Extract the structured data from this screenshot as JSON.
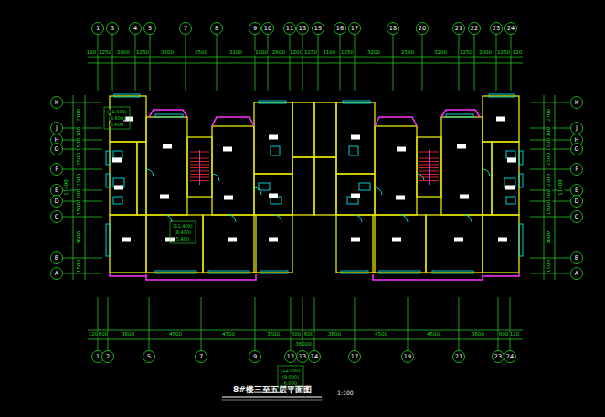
{
  "diagram": {
    "title": "8#楼三至五层平面图",
    "labels": [
      "1",
      "3",
      "4",
      "5",
      "7",
      "8",
      "9",
      "10",
      "11",
      "13",
      "15",
      "16",
      "17",
      "18",
      "20",
      "21",
      "22",
      "23",
      "24",
      "120",
      "1250",
      "2000",
      "1250",
      "3200",
      "2500",
      "3100",
      "1200",
      "2600",
      "1200",
      "1250",
      "3100",
      "1250",
      "3200",
      "2500",
      "3200",
      "1250",
      "2000",
      "1250",
      "120",
      "1",
      "2",
      "5",
      "7",
      "9",
      "12",
      "13",
      "14",
      "17",
      "19",
      "21",
      "23",
      "24",
      "120",
      "600",
      "3600",
      "4500",
      "4500",
      "3600",
      "600",
      "600",
      "3600",
      "4500",
      "4500",
      "3600",
      "600",
      "120",
      "36000",
      "K",
      "J",
      "H",
      "G",
      "F",
      "E",
      "D",
      "C",
      "B",
      "A",
      "K",
      "J",
      "H",
      "G",
      "F",
      "E",
      "D",
      "C",
      "B",
      "A",
      "2700",
      "1100",
      "1500",
      "2500",
      "2300",
      "1200",
      "1500",
      "3600",
      "1500",
      "11400",
      "2700",
      "1100",
      "1500",
      "2500",
      "2300",
      "1200",
      "1500",
      "3600",
      "1500",
      "11400",
      "(11.600)",
      "(8.600)",
      "5.600",
      "(11.400)",
      "(8.400)",
      "5.400",
      "(12.000)",
      "(9.000)",
      "6.000",
      "1:100"
    ]
  }
}
